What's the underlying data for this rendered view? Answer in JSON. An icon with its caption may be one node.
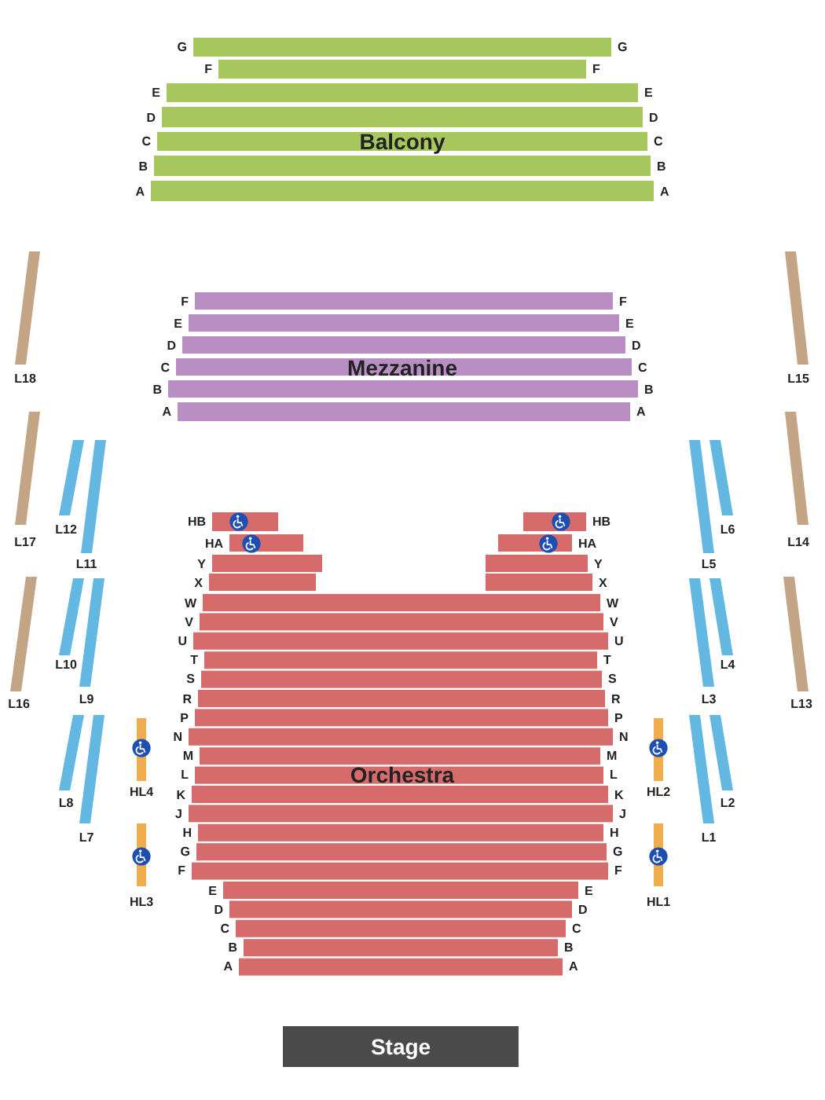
{
  "diagram": {
    "nodes": [
      {
        "text": [
          "Balcony"
        ]
      },
      {
        "text": [
          "L18"
        ]
      },
      {
        "text": [
          "L15"
        ]
      },
      {
        "text": [
          "Mezzanine"
        ]
      },
      {
        "text": [
          "L17"
        ]
      },
      {
        "text": [
          "L12"
        ]
      },
      {
        "text": [
          "L11"
        ]
      },
      {
        "text": [
          "L6"
        ]
      },
      {
        "text": [
          "L5"
        ]
      },
      {
        "text": [
          "L14"
        ]
      },
      {
        "text": [
          "Orchestra"
        ]
      },
      {
        "text": [
          "L10"
        ]
      },
      {
        "text": [
          "L9"
        ]
      },
      {
        "text": [
          "L16"
        ]
      },
      {
        "text": [
          "L4"
        ]
      },
      {
        "text": [
          "L3"
        ]
      },
      {
        "text": [
          "L13"
        ]
      },
      {
        "text": [
          "L8"
        ]
      },
      {
        "text": [
          "L7"
        ]
      },
      {
        "text": [
          "HL4"
        ]
      },
      {
        "text": [
          "L2"
        ]
      },
      {
        "text": [
          "L1"
        ]
      },
      {
        "text": [
          "HL2"
        ]
      },
      {
        "text": [
          "HL3"
        ]
      },
      {
        "text": [
          "HL1"
        ]
      },
      {
        "text": [
          "Stage"
        ]
      }
    ],
    "labels": [
      "G",
      "G",
      "F",
      "F",
      "E",
      "E",
      "D",
      "D",
      "C",
      "C",
      "B",
      "B",
      "A",
      "A",
      "F",
      "F",
      "E",
      "E",
      "D",
      "D",
      "C",
      "C",
      "B",
      "B",
      "A",
      "A",
      "HB",
      "HB",
      "HA",
      "HA",
      "Y",
      "Y",
      "X",
      "X",
      "W",
      "W",
      "V",
      "V",
      "U",
      "U",
      "T",
      "T",
      "S",
      "S",
      "R",
      "R",
      "P",
      "P",
      "N",
      "N",
      "M",
      "M",
      "L",
      "L",
      "K",
      "K",
      "J",
      "J",
      "H",
      "H",
      "G",
      "G",
      "F",
      "F",
      "E",
      "E",
      "D",
      "D",
      "C",
      "C",
      "B",
      "B",
      "A",
      "A"
    ]
  }
}
